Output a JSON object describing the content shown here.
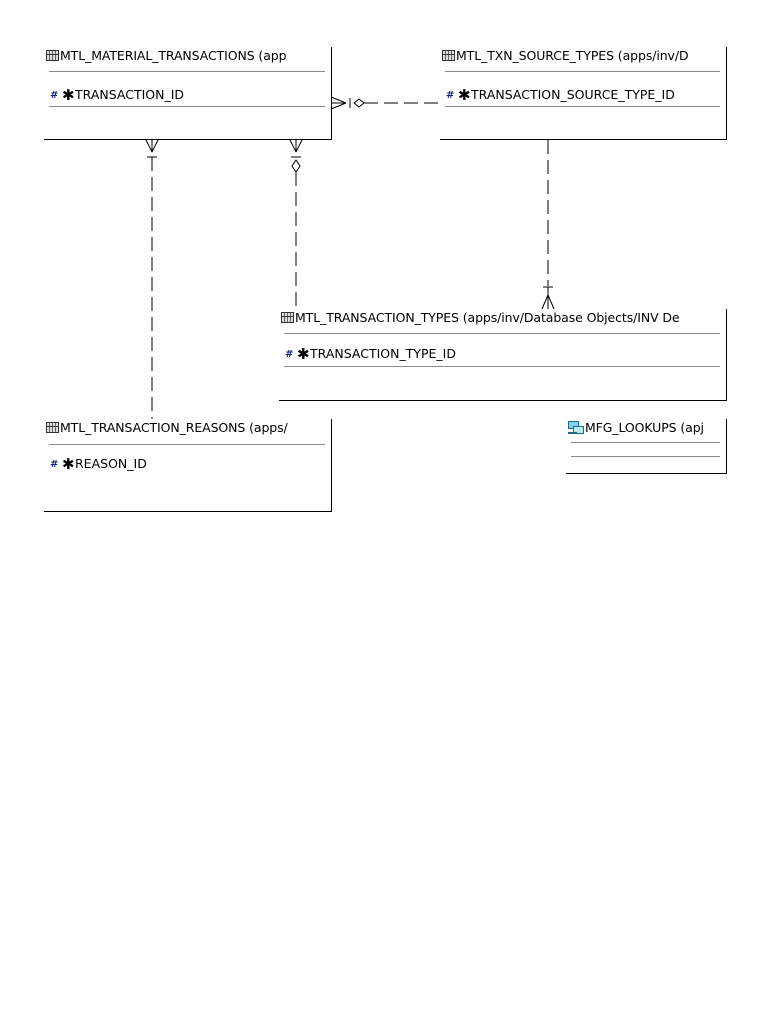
{
  "entities": {
    "material_transactions": {
      "title": "MTL_MATERIAL_TRANSACTIONS (app",
      "attributes": [
        {
          "name": "TRANSACTION_ID",
          "primary_key": true,
          "mandatory": true
        }
      ]
    },
    "txn_source_types": {
      "title": "MTL_TXN_SOURCE_TYPES (apps/inv/D",
      "attributes": [
        {
          "name": "TRANSACTION_SOURCE_TYPE_ID",
          "primary_key": true,
          "mandatory": true
        }
      ]
    },
    "transaction_types": {
      "title": "MTL_TRANSACTION_TYPES (apps/inv/Database Objects/INV De",
      "attributes": [
        {
          "name": "TRANSACTION_TYPE_ID",
          "primary_key": true,
          "mandatory": true
        }
      ]
    },
    "transaction_reasons": {
      "title": "MTL_TRANSACTION_REASONS (apps/",
      "attributes": [
        {
          "name": "REASON_ID",
          "primary_key": true,
          "mandatory": true
        }
      ]
    },
    "mfg_lookups": {
      "title": "MFG_LOOKUPS (apj",
      "attributes": []
    }
  },
  "icons": {
    "table": "table-icon",
    "view": "view-icon",
    "primary_key": "pk-hash-icon",
    "mandatory": "mandatory-asterisk-icon"
  },
  "glyphs": {
    "primary_key": "#",
    "mandatory": "✱"
  },
  "relationships": [
    {
      "from": "material_transactions",
      "to": "txn_source_types",
      "from_end": "many",
      "to_end": "optional-one"
    },
    {
      "from": "material_transactions",
      "to": "transaction_types",
      "from_end": "many",
      "to_end": "optional-one"
    },
    {
      "from": "material_transactions",
      "to": "transaction_reasons",
      "from_end": "many",
      "to_end": "one"
    },
    {
      "from": "transaction_types",
      "to": "txn_source_types",
      "from_end": "many",
      "to_end": "one"
    }
  ],
  "colors": {
    "line": "#000000",
    "separator": "#8c8c8c",
    "pk_icon": "#1a237e",
    "view_icon": "#7fd6e8"
  }
}
